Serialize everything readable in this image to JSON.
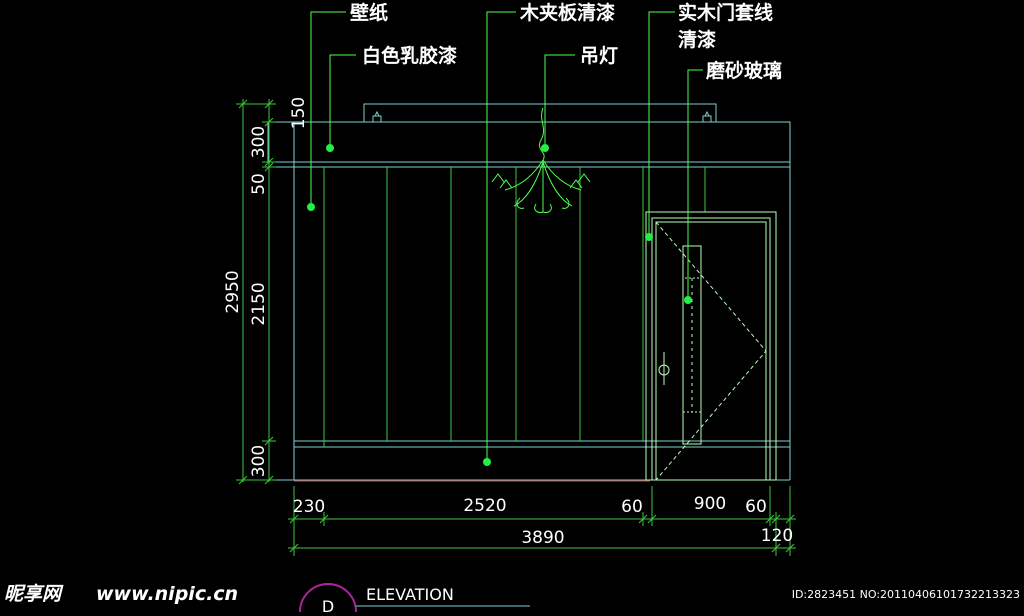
{
  "colors": {
    "background": "#000000",
    "outline": "#7fd0d0",
    "panel": "#3cc83c",
    "door": "#b6ffb6",
    "leader": "#4dff4d",
    "dot": "#22ee44",
    "text": "#ffffff",
    "floor": "#d23c3c",
    "title_circle": "#b0239b"
  },
  "labels": {
    "wallpaper": "壁纸",
    "white_latex_paint": "白色乳胶漆",
    "plywood_clear_paint": "木夹板清漆",
    "chandelier": "吊灯",
    "door_trim_line1": "实木门套线",
    "door_trim_line2": "清漆",
    "frosted_glass": "磨砂玻璃"
  },
  "dimensions": {
    "vertical": {
      "d150": "150",
      "d300_top": "300",
      "d50": "50",
      "d2150": "2150",
      "d300_bottom": "300",
      "total": "2950"
    },
    "horizontal": {
      "d230": "230",
      "d2520": "2520",
      "d60_left": "60",
      "d900": "900",
      "d60_right": "60",
      "d120": "120",
      "total": "3890"
    }
  },
  "title": {
    "text": "ELEVATION",
    "mark": "D"
  },
  "watermark": {
    "brand": "昵享网",
    "url": "www.nipic.cn",
    "id": "ID:2823451 NO:20110406101732213323"
  }
}
